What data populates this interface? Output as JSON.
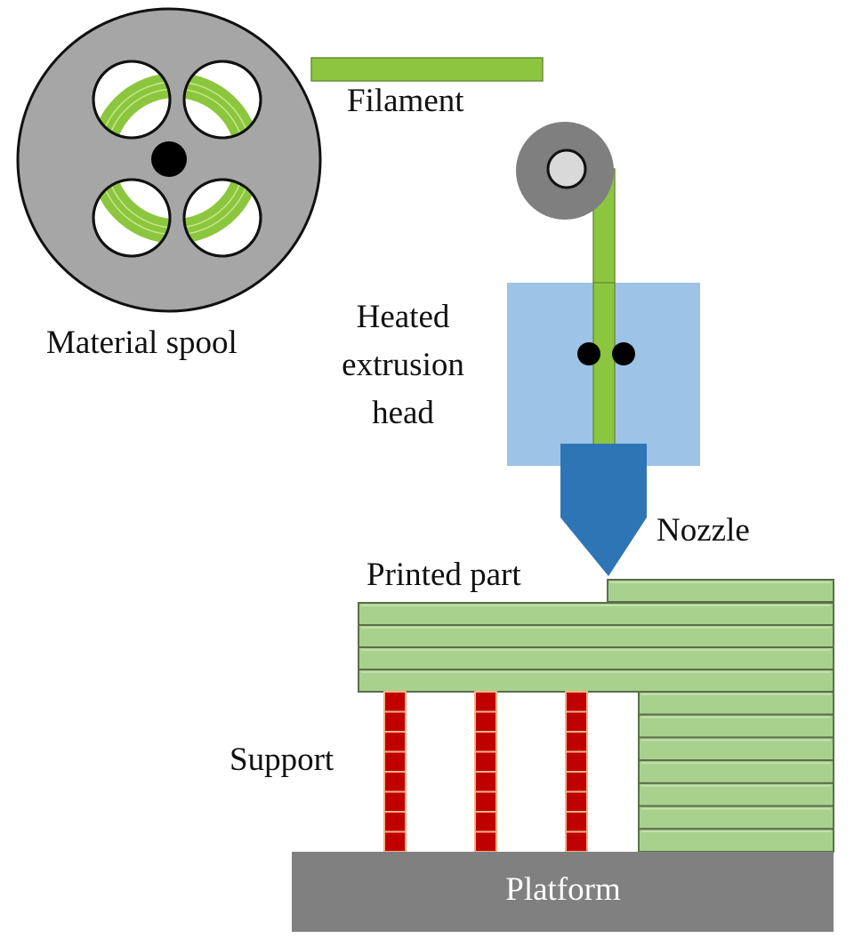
{
  "diagram": {
    "title": "Fused deposition modeling (FDM) 3D printing process",
    "labels": {
      "filament": "Filament",
      "material_spool": "Material spool",
      "heated_head_line1": "Heated",
      "heated_head_line2": "extrusion",
      "heated_head_line3": "head",
      "nozzle": "Nozzle",
      "printed_part": "Printed part",
      "support": "Support",
      "platform": "Platform"
    },
    "components": {
      "spool_holes": 4,
      "feed_rollers": 2,
      "support_columns": 3,
      "support_segments_per_column": 8,
      "main_part_layers": 4,
      "top_layer_count": 1,
      "right_block_layers": 7
    },
    "colors": {
      "spool": "#a6a6a6",
      "filament": "#8cc63f",
      "filament_stripe": "#c5e88a",
      "pulley": "#7f7f7f",
      "pulley_hub": "#d9d9d9",
      "heated_head": "#9dc3e6",
      "nozzle": "#2e75b6",
      "layer_fill": "#a9d18e",
      "layer_edge": "#5a6e4a",
      "support": "#c00000",
      "support_seam": "#f4b183",
      "platform": "#808080"
    }
  }
}
